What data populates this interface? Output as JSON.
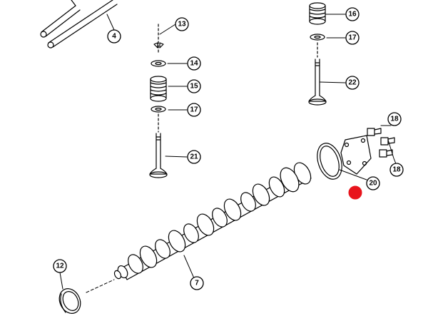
{
  "diagram": {
    "callouts": {
      "c4": "4",
      "c7": "7",
      "c12": "12",
      "c13": "13",
      "c14": "14",
      "c15": "15",
      "c16": "16",
      "c17a": "17",
      "c17b": "17",
      "c18a": "18",
      "c18b": "18",
      "c20": "20",
      "c21": "21",
      "c22": "22"
    },
    "highlight_color": "#e8141c",
    "line_color": "#000000"
  }
}
